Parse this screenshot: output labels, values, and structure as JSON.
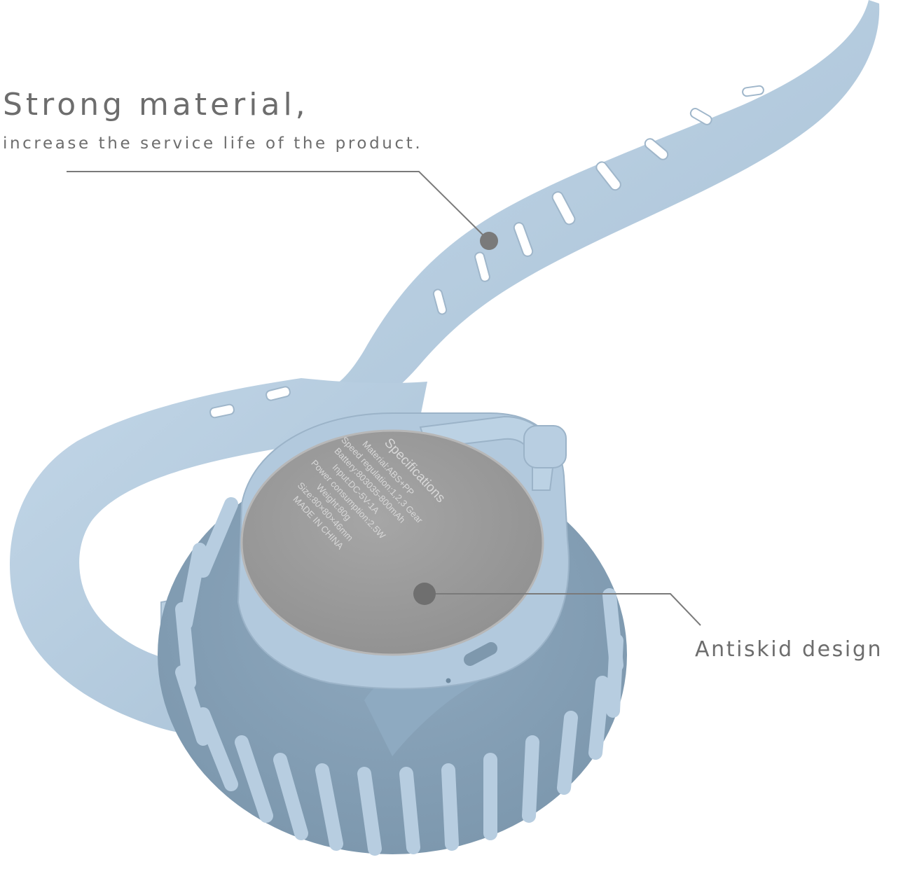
{
  "headline": {
    "title": "Strong material,",
    "subtitle": "increase the service life of the product."
  },
  "callout": {
    "label": "Antiskid design"
  },
  "specifications": {
    "heading": "Specifications",
    "lines": [
      "Material:ABS+PP",
      "Speed regulation:1,2,3 Gear",
      "Battery:803035-800mAh",
      "Input:DC-5V-1A",
      "Power consumption:2.5W",
      "Weight:80g",
      "Size:80×80×46mm",
      "MADE IN CHINA"
    ]
  },
  "colors": {
    "strap": "#b4cce0",
    "fan_body": "#a9c3d8",
    "back_plate": "#9a9a9a",
    "text": "#6d6d6d",
    "leader_line": "#7a7a7a"
  }
}
